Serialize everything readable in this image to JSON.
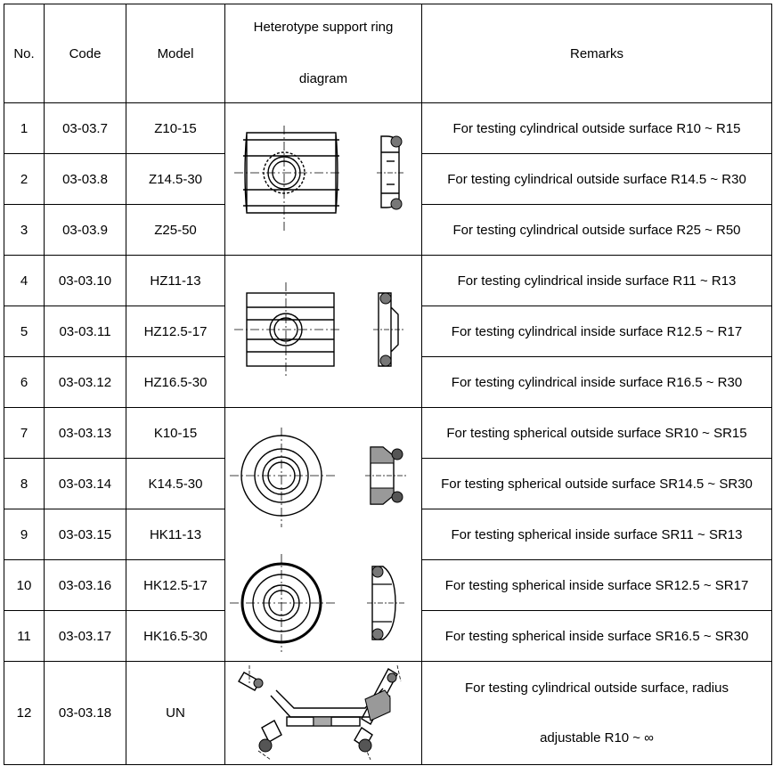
{
  "headers": {
    "no": "No.",
    "code": "Code",
    "model": "Model",
    "diagram_line1": "Heterotype support ring",
    "diagram_line2": "diagram",
    "remarks": "Remarks"
  },
  "rows": [
    {
      "no": "1",
      "code": "03-03.7",
      "model": "Z10-15",
      "remarks": "For testing cylindrical outside surface R10 ~ R15"
    },
    {
      "no": "2",
      "code": "03-03.8",
      "model": "Z14.5-30",
      "remarks": "For testing cylindrical outside surface R14.5 ~ R30"
    },
    {
      "no": "3",
      "code": "03-03.9",
      "model": "Z25-50",
      "remarks": "For testing cylindrical outside surface R25 ~ R50"
    },
    {
      "no": "4",
      "code": "03-03.10",
      "model": "HZ11-13",
      "remarks": "For testing cylindrical inside surface R11 ~ R13"
    },
    {
      "no": "5",
      "code": "03-03.11",
      "model": "HZ12.5-17",
      "remarks": "For testing cylindrical inside surface R12.5 ~ R17"
    },
    {
      "no": "6",
      "code": "03-03.12",
      "model": "HZ16.5-30",
      "remarks": "For testing cylindrical inside surface R16.5 ~ R30"
    },
    {
      "no": "7",
      "code": "03-03.13",
      "model": "K10-15",
      "remarks": "For testing spherical outside surface SR10 ~ SR15"
    },
    {
      "no": "8",
      "code": "03-03.14",
      "model": "K14.5-30",
      "remarks": "For testing spherical outside surface SR14.5 ~ SR30"
    },
    {
      "no": "9",
      "code": "03-03.15",
      "model": "HK11-13",
      "remarks": "For testing spherical inside surface SR11 ~ SR13"
    },
    {
      "no": "10",
      "code": "03-03.16",
      "model": "HK12.5-17",
      "remarks": "For testing spherical inside surface SR12.5 ~ SR17"
    },
    {
      "no": "11",
      "code": "03-03.17",
      "model": "HK16.5-30",
      "remarks": "For testing spherical inside surface SR16.5 ~ SR30"
    },
    {
      "no": "12",
      "code": "03-03.18",
      "model": "UN",
      "remarks_line1": "For testing cylindrical outside surface, radius",
      "remarks_line2": "adjustable R10 ~ ∞"
    }
  ],
  "diagram_icons": [
    "cylindrical-outside-ring-icon",
    "cylindrical-inside-ring-icon",
    "spherical-outside-ring-icon",
    "spherical-inside-ring-icon",
    "adjustable-support-icon"
  ]
}
